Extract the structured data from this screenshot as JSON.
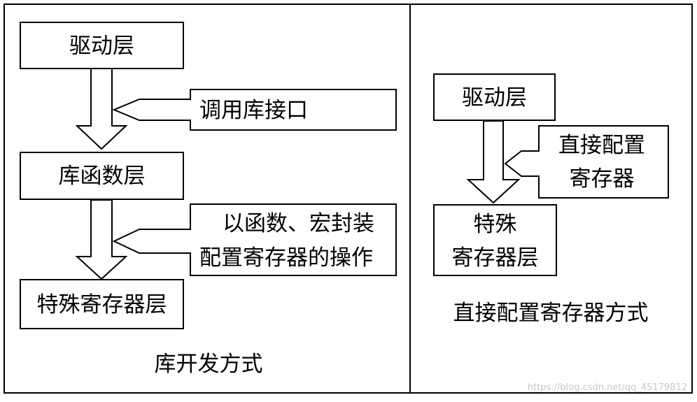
{
  "left_panel": {
    "driver_layer": "驱动层",
    "call_arrow_label": "调用库接口",
    "library_layer": "库函数层",
    "wrap_arrow_line1": "以函数、宏封装",
    "wrap_arrow_line2": "配置寄存器的操作",
    "sfr_layer": "特殊寄存器层",
    "caption": "库开发方式"
  },
  "right_panel": {
    "driver_layer": "驱动层",
    "direct_arrow_line1": "直接配置",
    "direct_arrow_line2": "寄存器",
    "sfr_line1": "特殊",
    "sfr_line2": "寄存器层",
    "caption": "直接配置寄存器方式"
  },
  "watermark": "https://blog.csdn.net/qq_45179812"
}
